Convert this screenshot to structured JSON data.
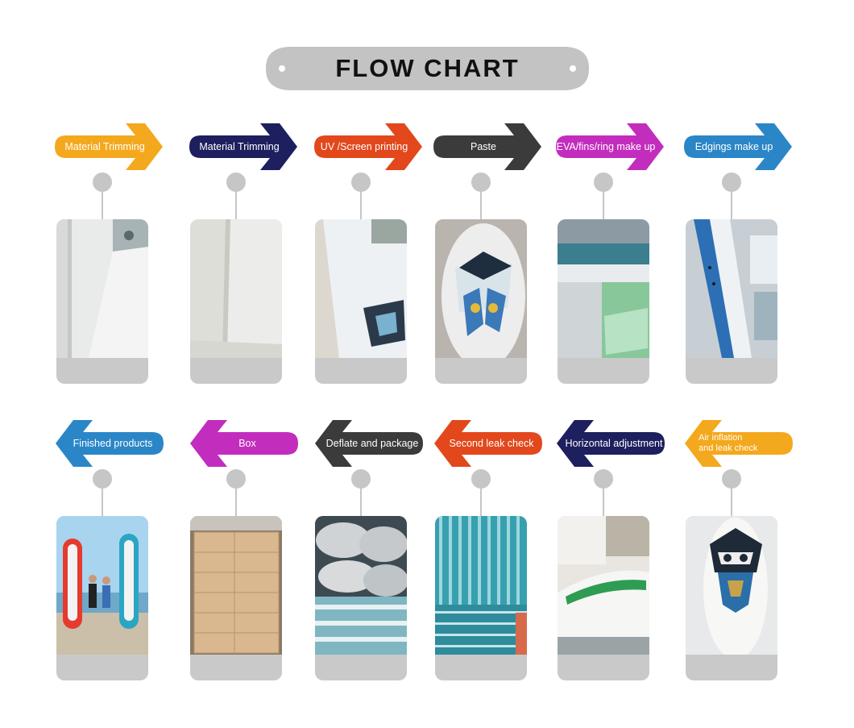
{
  "title": "FLOW CHART",
  "steps": [
    {
      "label": "Material Trimming",
      "color": "#f4a81d",
      "direction": "right",
      "photo": "white-fabric-roll"
    },
    {
      "label": "Material Trimming",
      "color": "#1d1f5e",
      "direction": "right",
      "photo": "white-fabric-sheet"
    },
    {
      "label": "UV /Screen printing",
      "color": "#e2481c",
      "direction": "right",
      "photo": "printed-board-surface"
    },
    {
      "label": "Paste",
      "color": "#3b3b3b",
      "direction": "right",
      "photo": "board-with-graphic"
    },
    {
      "label": "EVA/fins/ring make up",
      "color": "#c32dbd",
      "direction": "right",
      "photo": "deck-pad-assembly"
    },
    {
      "label": "Edgings make up",
      "color": "#2b86c7",
      "direction": "right",
      "photo": "edge-rail-workshop"
    },
    {
      "label": "Finished products",
      "color": "#2b86c7",
      "direction": "left",
      "photo": "beach-paddleboards"
    },
    {
      "label": "Box",
      "color": "#c32dbd",
      "direction": "left",
      "photo": "stacked-cartons"
    },
    {
      "label": "Deflate and package",
      "color": "#3b3b3b",
      "direction": "left",
      "photo": "rolled-packages"
    },
    {
      "label": "Second  leak check",
      "color": "#e2481c",
      "direction": "left",
      "photo": "stacked-boards"
    },
    {
      "label": "Horizontal adjustment",
      "color": "#1d1f5e",
      "direction": "left",
      "photo": "board-closeup"
    },
    {
      "label": "Air inflation and leak check",
      "label_lines": [
        "Air inflation",
        "and leak check"
      ],
      "color": "#f4a81d",
      "direction": "left",
      "photo": "inflated-board-graphic"
    }
  ]
}
